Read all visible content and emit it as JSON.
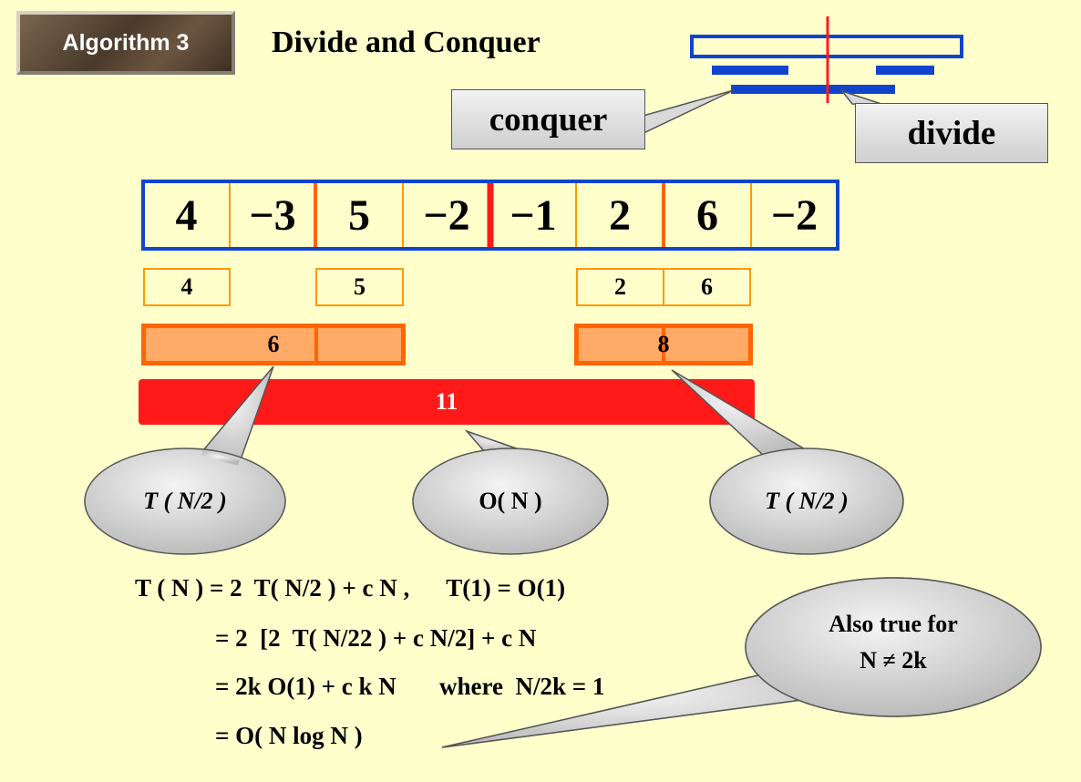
{
  "header": {
    "badge": "Algorithm 3",
    "title": "Divide and Conquer"
  },
  "callouts": {
    "conquer": "conquer",
    "divide": "divide"
  },
  "array": [
    "4",
    "−3",
    "5",
    "−2",
    "−1",
    "2",
    "6",
    "−2"
  ],
  "level1": {
    "a": "4",
    "b": "5",
    "c": "2",
    "d": "6"
  },
  "level2": {
    "left": "6",
    "right": "8"
  },
  "level3": {
    "total": "11"
  },
  "bubbles": {
    "left": "T ( N/2 )",
    "center": "O( N )",
    "right": "T ( N/2 )",
    "note_line1": "Also true for",
    "note_line2": "N ≠ 2k"
  },
  "equations": {
    "line1": "T ( N ) = 2  T( N/2 ) + c N ,      T(1) = O(1)",
    "line2": "= 2  [2  T( N/22 ) + c N/2] + c N",
    "line3": "= 2k O(1) + c k N       where  N/2k = 1",
    "line4": "= O( N log N )"
  },
  "colors": {
    "background": "#ffffcc",
    "blue": "#1144cc",
    "red": "#ff1a1a",
    "orange": "#ff6600",
    "light_orange": "#ffaa66"
  }
}
